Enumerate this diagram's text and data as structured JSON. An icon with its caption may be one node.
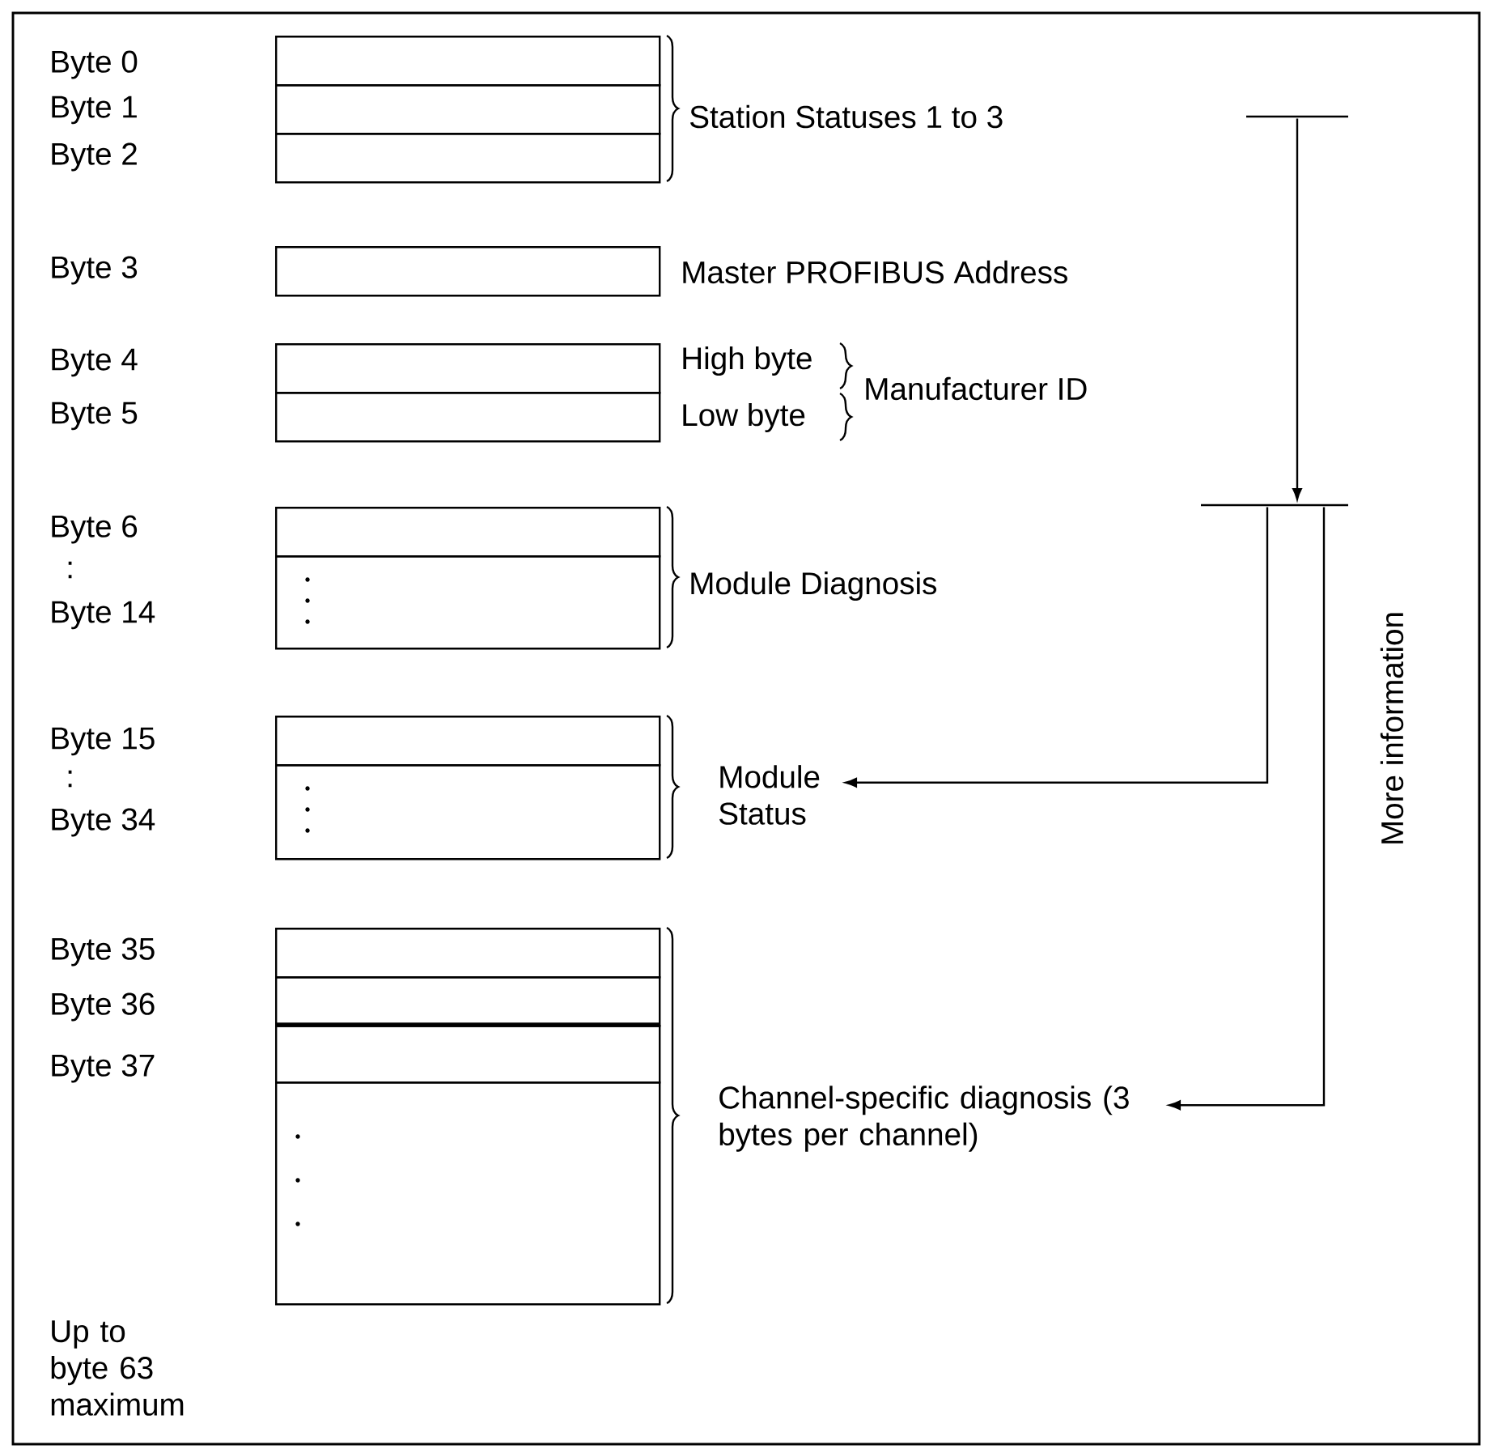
{
  "diagram": {
    "nodes": [
      {
        "text": [],
        "shape": "box"
      },
      {
        "text": [],
        "shape": "box"
      },
      {
        "text": [],
        "shape": "box"
      },
      {
        "text": [],
        "shape": "box"
      },
      {
        "text": [],
        "shape": "box"
      },
      {
        "text": [],
        "shape": "box"
      },
      {
        "text": [],
        "shape": "box"
      },
      {
        "text": [],
        "shape": "box"
      },
      {
        "text": [],
        "shape": "box"
      },
      {
        "text": [],
        "shape": "box"
      },
      {
        "text": [],
        "shape": "box"
      },
      {
        "text": [],
        "shape": "box"
      },
      {
        "text": [],
        "shape": "box"
      },
      {
        "text": [],
        "shape": "box"
      },
      {
        "text": [],
        "shape": "bar"
      },
      {
        "text": [],
        "shape": "bar"
      },
      {
        "text": [
          "Module Status"
        ]
      },
      {
        "text": [
          "Channel-specific diagnosis (3 bytes per channel)"
        ]
      }
    ],
    "edges": [
      {
        "from": 14,
        "to": 15,
        "arrow": "to"
      },
      {
        "from": 15,
        "to": 16,
        "arrow": "to"
      },
      {
        "from": 15,
        "to": 17,
        "arrow": "to"
      }
    ],
    "labels": [
      "Byte 0",
      "Byte 1",
      "Byte 2",
      "Station Statuses 1 to 3",
      "Byte 3",
      "Master PROFIBUS Address",
      "Byte 4",
      "High byte",
      "Manufacturer ID",
      "Byte 5",
      "Low byte",
      "Byte 6",
      ":",
      "Module Diagnosis",
      "Byte 14",
      "More information",
      "Byte 15",
      ":",
      "Byte 34",
      "Byte 35",
      "Byte 36",
      "Byte 37",
      "Up to byte 63 maximum"
    ]
  }
}
